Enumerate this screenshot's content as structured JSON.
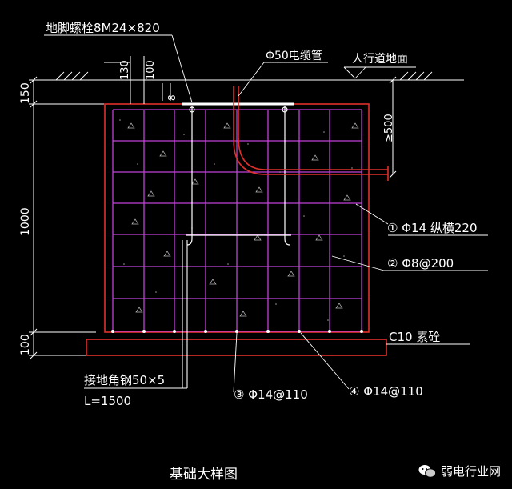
{
  "labels": {
    "anchor_bolt": "地脚螺栓8M24×820",
    "cable_pipe": "Φ50电缆管",
    "sidewalk_ground": "人行道地面",
    "dim_130": "130",
    "dim_100_top": "100",
    "dim_8": "8",
    "dim_150": "150",
    "dim_1000": "1000",
    "dim_100_bottom": "100",
    "dim_500": "500",
    "note1": "① Φ14 纵横220",
    "note2": "② Φ8@200",
    "note3": "③ Φ14@110",
    "note4": "④ Φ14@110",
    "c10": "C10 素砼",
    "ground_steel": "接地角钢50×5",
    "length": "L=1500",
    "caption": "基础大样图",
    "watermark": "弱电行业网"
  },
  "colors": {
    "background": "#000000",
    "rebar_grid": "#c040d8",
    "outline": "#e0302a",
    "text": "#ffffff"
  }
}
